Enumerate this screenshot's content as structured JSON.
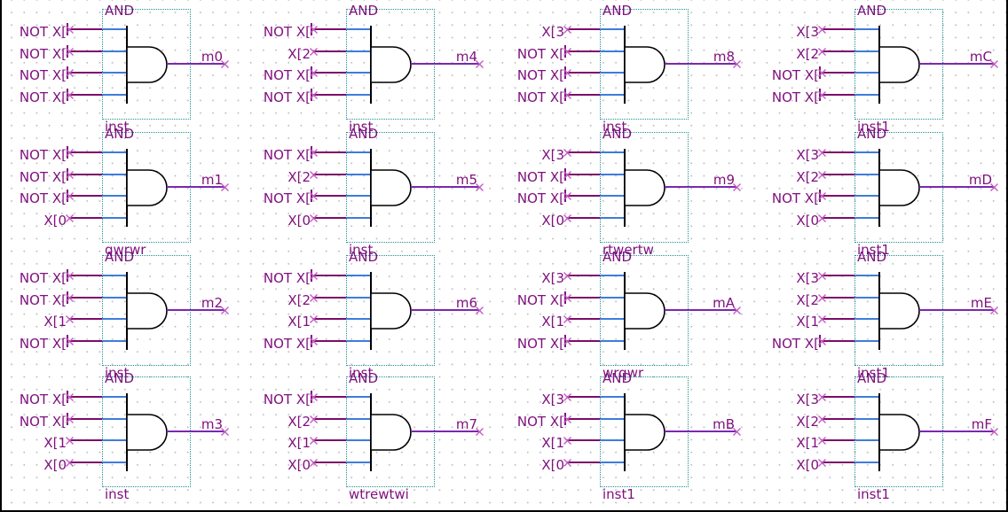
{
  "editor": {
    "canvas": "schematic-grid",
    "symbol_type": "AND",
    "port_label_prefix": "X["
  },
  "colors": {
    "background": "#FFFFFF",
    "grid_dot": "#BDBDBD",
    "text_magenta": "#80117F",
    "input_wire": "#7B0D68",
    "output_wire": "#7A28B0",
    "pin_stub_blue": "#3E7CDB",
    "symbol_box_teal": "#1F9090",
    "gate_outline": "#000000",
    "cross_pink": "#C35BC3",
    "window_border": "#000000"
  },
  "cells": [
    {
      "row": 0,
      "col": 0,
      "symbol": "AND",
      "output": "m0",
      "instance": "inst",
      "inputs": [
        {
          "label": "NOT X[",
          "not": true
        },
        {
          "label": "NOT X[",
          "not": true
        },
        {
          "label": "NOT X[",
          "not": true
        },
        {
          "label": "NOT X[",
          "not": true
        }
      ]
    },
    {
      "row": 0,
      "col": 1,
      "symbol": "AND",
      "output": "m4",
      "instance": "inst",
      "inputs": [
        {
          "label": "NOT X[",
          "not": true
        },
        {
          "label": "X[2",
          "not": false
        },
        {
          "label": "NOT X[",
          "not": true
        },
        {
          "label": "NOT X[",
          "not": true
        }
      ]
    },
    {
      "row": 0,
      "col": 2,
      "symbol": "AND",
      "output": "m8",
      "instance": "inst",
      "inputs": [
        {
          "label": "X[3",
          "not": false
        },
        {
          "label": "NOT X[",
          "not": true
        },
        {
          "label": "NOT X[",
          "not": true
        },
        {
          "label": "NOT X[",
          "not": true
        }
      ]
    },
    {
      "row": 0,
      "col": 3,
      "symbol": "AND",
      "output": "mC",
      "instance": "inst1",
      "inputs": [
        {
          "label": "X[3",
          "not": false
        },
        {
          "label": "X[2",
          "not": false
        },
        {
          "label": "NOT X[",
          "not": true
        },
        {
          "label": "NOT X[",
          "not": true
        }
      ]
    },
    {
      "row": 1,
      "col": 0,
      "symbol": "AND",
      "output": "m1",
      "instance": "qwrwr",
      "inputs": [
        {
          "label": "NOT X[",
          "not": true
        },
        {
          "label": "NOT X[",
          "not": true
        },
        {
          "label": "NOT X[",
          "not": true
        },
        {
          "label": "X[0",
          "not": false
        }
      ]
    },
    {
      "row": 1,
      "col": 1,
      "symbol": "AND",
      "output": "m5",
      "instance": "inst",
      "inputs": [
        {
          "label": "NOT X[",
          "not": true
        },
        {
          "label": "X[2",
          "not": false
        },
        {
          "label": "NOT X[",
          "not": true
        },
        {
          "label": "X[0",
          "not": false
        }
      ]
    },
    {
      "row": 1,
      "col": 2,
      "symbol": "AND",
      "output": "m9",
      "instance": "rtwertw",
      "inputs": [
        {
          "label": "X[3",
          "not": false
        },
        {
          "label": "NOT X[",
          "not": true
        },
        {
          "label": "NOT X[",
          "not": true
        },
        {
          "label": "X[0",
          "not": false
        }
      ]
    },
    {
      "row": 1,
      "col": 3,
      "symbol": "AND",
      "output": "mD",
      "instance": "inst1",
      "inputs": [
        {
          "label": "X[3",
          "not": false
        },
        {
          "label": "X[2",
          "not": false
        },
        {
          "label": "NOT X[",
          "not": true
        },
        {
          "label": "X[0",
          "not": false
        }
      ]
    },
    {
      "row": 2,
      "col": 0,
      "symbol": "AND",
      "output": "m2",
      "instance": "inst",
      "inputs": [
        {
          "label": "NOT X[",
          "not": true
        },
        {
          "label": "NOT X[",
          "not": true
        },
        {
          "label": "X[1",
          "not": false
        },
        {
          "label": "NOT X[",
          "not": true
        }
      ]
    },
    {
      "row": 2,
      "col": 1,
      "symbol": "AND",
      "output": "m6",
      "instance": "inst",
      "inputs": [
        {
          "label": "NOT X[",
          "not": true
        },
        {
          "label": "X[2",
          "not": false
        },
        {
          "label": "X[1",
          "not": false
        },
        {
          "label": "NOT X[",
          "not": true
        }
      ]
    },
    {
      "row": 2,
      "col": 2,
      "symbol": "AND",
      "output": "mA",
      "instance": "wrqwr",
      "inputs": [
        {
          "label": "X[3",
          "not": false
        },
        {
          "label": "NOT X[",
          "not": true
        },
        {
          "label": "X[1",
          "not": false
        },
        {
          "label": "NOT X[",
          "not": true
        }
      ]
    },
    {
      "row": 2,
      "col": 3,
      "symbol": "AND",
      "output": "mE",
      "instance": "inst1",
      "inputs": [
        {
          "label": "X[3",
          "not": false
        },
        {
          "label": "X[2",
          "not": false
        },
        {
          "label": "X[1",
          "not": false
        },
        {
          "label": "NOT X[",
          "not": true
        }
      ]
    },
    {
      "row": 3,
      "col": 0,
      "symbol": "AND",
      "output": "m3",
      "instance": "inst",
      "inputs": [
        {
          "label": "NOT X[",
          "not": true
        },
        {
          "label": "NOT X[",
          "not": true
        },
        {
          "label": "X[1",
          "not": false
        },
        {
          "label": "X[0",
          "not": false
        }
      ]
    },
    {
      "row": 3,
      "col": 1,
      "symbol": "AND",
      "output": "m7",
      "instance": "wtrewtwi",
      "inputs": [
        {
          "label": "NOT X[",
          "not": true
        },
        {
          "label": "X[2",
          "not": false
        },
        {
          "label": "X[1",
          "not": false
        },
        {
          "label": "X[0",
          "not": false
        }
      ]
    },
    {
      "row": 3,
      "col": 2,
      "symbol": "AND",
      "output": "mB",
      "instance": "inst1",
      "inputs": [
        {
          "label": "X[3",
          "not": false
        },
        {
          "label": "NOT X[",
          "not": true
        },
        {
          "label": "X[1",
          "not": false
        },
        {
          "label": "X[0",
          "not": false
        }
      ]
    },
    {
      "row": 3,
      "col": 3,
      "symbol": "AND",
      "output": "mF",
      "instance": "inst1",
      "inputs": [
        {
          "label": "X[3",
          "not": false
        },
        {
          "label": "X[2",
          "not": false
        },
        {
          "label": "X[1",
          "not": false
        },
        {
          "label": "X[0",
          "not": false
        }
      ]
    }
  ]
}
